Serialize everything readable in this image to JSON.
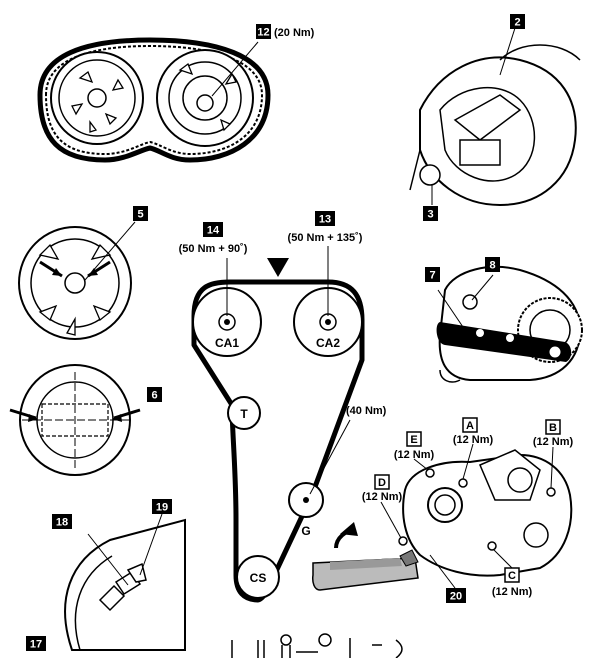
{
  "callouts": {
    "c2": "2",
    "c3": "3",
    "c5": "5",
    "c6": "6",
    "c7": "7",
    "c8": "8",
    "c12": "12",
    "c13": "13",
    "c14": "14",
    "c17": "17",
    "c18": "18",
    "c19": "19",
    "c20": "20",
    "cA": "A",
    "cB": "B",
    "cC": "C",
    "cD": "D",
    "cE": "E"
  },
  "torques": {
    "t12": "(20 Nm)",
    "t14": "(50 Nm + 90˚)",
    "t13": "(50 Nm + 135˚)",
    "tG": "(40 Nm)",
    "tA": "(12 Nm)",
    "tB": "(12 Nm)",
    "tC": "(12 Nm)",
    "tD": "(12 Nm)",
    "tE": "(12 Nm)"
  },
  "pulleys": {
    "ca1": "CA1",
    "ca2": "CA2",
    "t": "T",
    "g": "G",
    "cs": "CS"
  }
}
